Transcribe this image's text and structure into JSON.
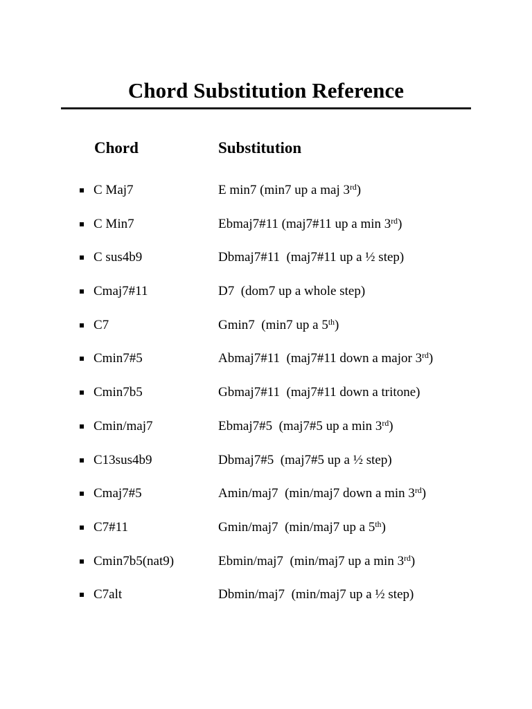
{
  "document": {
    "title": "Chord Substitution Reference"
  },
  "table": {
    "headers": {
      "chord": "Chord",
      "substitution": "Substitution"
    },
    "bullet_glyph": "square-bullet",
    "rows": [
      {
        "chord": "C Maj7",
        "sub_root": "E min7 ",
        "sub_note_open": "(min7 up a maj 3",
        "sub_ordinal": "rd",
        "sub_note_close": ")"
      },
      {
        "chord": "C Min7",
        "sub_root": "Ebmaj7#11 ",
        "sub_note_open": "(maj7#11 up a min 3",
        "sub_ordinal": "rd",
        "sub_note_close": ")"
      },
      {
        "chord": "C sus4b9",
        "sub_root": "Dbmaj7#11  ",
        "sub_note_open": "(maj7#11 up a ½ step",
        "sub_ordinal": "",
        "sub_note_close": ")"
      },
      {
        "chord": "Cmaj7#11",
        "sub_root": "D7  ",
        "sub_note_open": "(dom7 up a whole step",
        "sub_ordinal": "",
        "sub_note_close": ")"
      },
      {
        "chord": "C7",
        "sub_root": "Gmin7  ",
        "sub_note_open": "(min7 up a 5",
        "sub_ordinal": "th",
        "sub_note_close": ")"
      },
      {
        "chord": "Cmin7#5",
        "sub_root": "Abmaj7#11  ",
        "sub_note_open": "(maj7#11 down a major 3",
        "sub_ordinal": "rd",
        "sub_note_close": ")"
      },
      {
        "chord": "Cmin7b5",
        "sub_root": "Gbmaj7#11  ",
        "sub_note_open": "(maj7#11 down a tritone",
        "sub_ordinal": "",
        "sub_note_close": ")"
      },
      {
        "chord": "Cmin/maj7",
        "sub_root": "Ebmaj7#5  ",
        "sub_note_open": "(maj7#5 up a min 3",
        "sub_ordinal": "rd",
        "sub_note_close": ")"
      },
      {
        "chord": "C13sus4b9",
        "sub_root": "Dbmaj7#5  ",
        "sub_note_open": "(maj7#5 up a ½ step",
        "sub_ordinal": "",
        "sub_note_close": ")"
      },
      {
        "chord": "Cmaj7#5",
        "sub_root": "Amin/maj7  ",
        "sub_note_open": "(min/maj7 down a min 3",
        "sub_ordinal": "rd",
        "sub_note_close": ")"
      },
      {
        "chord": "C7#11",
        "sub_root": "Gmin/maj7  ",
        "sub_note_open": "(min/maj7 up a 5",
        "sub_ordinal": "th",
        "sub_note_close": ")"
      },
      {
        "chord": "Cmin7b5(nat9)",
        "sub_root": "Ebmin/maj7  ",
        "sub_note_open": "(min/maj7 up a min 3",
        "sub_ordinal": "rd",
        "sub_note_close": ")"
      },
      {
        "chord": "C7alt",
        "sub_root": "Dbmin/maj7  ",
        "sub_note_open": "(min/maj7 up a ½ step",
        "sub_ordinal": "",
        "sub_note_close": ")"
      }
    ]
  },
  "colors": {
    "page_background": "#ffffff",
    "text": "#000000",
    "rule": "#1a1a1a"
  }
}
